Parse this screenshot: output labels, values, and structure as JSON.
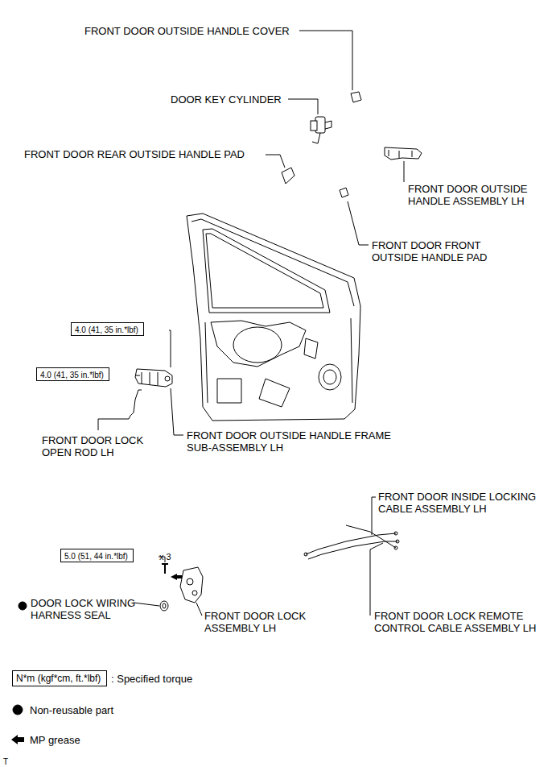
{
  "diagram": {
    "nodes": [
      {
        "text": [
          "4.0 (41, 35 in.*lbf)"
        ]
      },
      {
        "text": [
          "4.0 (41, 35 in.*lbf)"
        ]
      },
      {
        "text": [
          "5.0 (51, 44 in.*lbf)"
        ]
      },
      {
        "text": [
          "N*m (kgf*cm, ft.*lbf)"
        ]
      }
    ],
    "labels": [
      "FRONT DOOR OUTSIDE HANDLE COVER",
      "DOOR KEY CYLINDER",
      "FRONT DOOR REAR OUTSIDE HANDLE PAD",
      "FRONT DOOR OUTSIDE HANDLE ASSEMBLY LH",
      "FRONT DOOR FRONT OUTSIDE HANDLE PAD",
      "FRONT DOOR OUTSIDE HANDLE FRAME SUB-ASSEMBLY LH",
      "FRONT DOOR LOCK OPEN ROD LH",
      "FRONT DOOR INSIDE LOCKING CABLE ASSEMBLY LH",
      "DOOR LOCK WIRING HARNESS SEAL",
      "FRONT DOOR LOCK ASSEMBLY LH",
      "FRONT DOOR LOCK REMOTE CONTROL CABLE ASSEMBLY LH",
      "x 3",
      "T"
    ],
    "legend": [
      {
        "text": ": Specified torque"
      },
      {
        "text": "Non-reusable part"
      },
      {
        "text": "MP grease"
      }
    ]
  }
}
